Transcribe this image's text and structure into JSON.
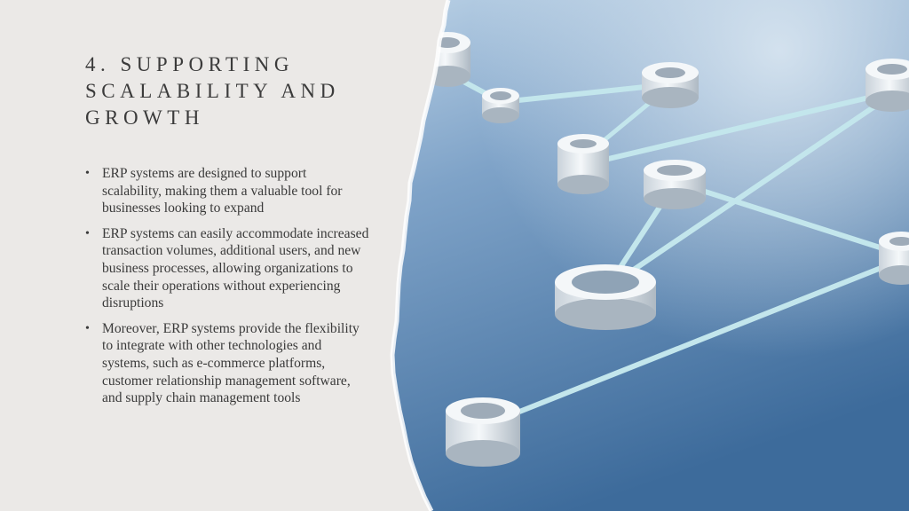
{
  "slide": {
    "title": "4. SUPPORTING SCALABILITY AND GROWTH",
    "bullet_marker": "•",
    "bullets": [
      "ERP systems are designed to support scalability, making them a valuable tool for businesses looking to expand",
      "ERP systems can easily accommodate increased transaction volumes, additional users, and new business processes, allowing organizations to scale their operations without experiencing disruptions",
      "Moreover, ERP systems provide the flexibility to integrate with other technologies and systems, such as e-commerce platforms, customer relationship management software, and supply chain management tools"
    ]
  },
  "colors": {
    "background": "#ebe9e7",
    "text": "#3a3a3a",
    "photo_blue_light": "#a9c3dc",
    "photo_blue_dark": "#3f6d9c",
    "node_white": "#f2f5f7",
    "link_cyan": "#bfe3ea"
  },
  "image": {
    "subject": "network-nodes-photo"
  }
}
